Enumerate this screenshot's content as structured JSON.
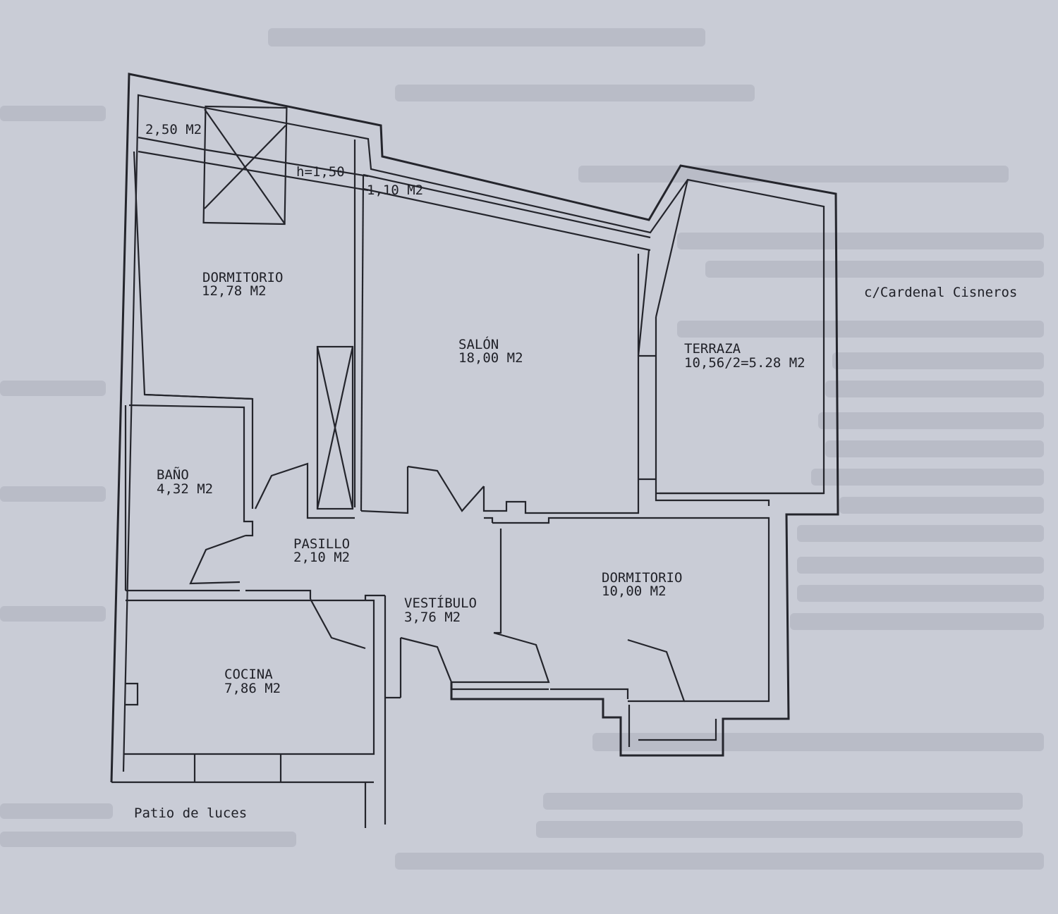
{
  "plan": {
    "rooms": [
      {
        "id": "dormitorio1",
        "name": "DORMITORIO",
        "area": "12,78 M2"
      },
      {
        "id": "salon",
        "name": "SALÓN",
        "area": "18,00 M2"
      },
      {
        "id": "terraza",
        "name": "TERRAZA",
        "area": "10,56/2=5.28 M2"
      },
      {
        "id": "bano",
        "name": "BAÑO",
        "area": "4,32 M2"
      },
      {
        "id": "pasillo",
        "name": "PASILLO",
        "area": "2,10 M2"
      },
      {
        "id": "vestibulo",
        "name": "VESTÍBULO",
        "area": "3,76 M2"
      },
      {
        "id": "dormitorio2",
        "name": "DORMITORIO",
        "area": "10,00 M2"
      },
      {
        "id": "cocina",
        "name": "COCINA",
        "area": "7,86 M2"
      }
    ],
    "annotations": {
      "top_area": "2,50 M2",
      "height": "h=1,50",
      "strip_area": "1,10 M2"
    },
    "labels": {
      "street": "c/Cardenal Cisneros",
      "courtyard": "Patio de luces"
    },
    "colors": {
      "paper": "#c9ccd6",
      "ink": "#24252c",
      "ghost_text": "#8f93a1"
    }
  }
}
